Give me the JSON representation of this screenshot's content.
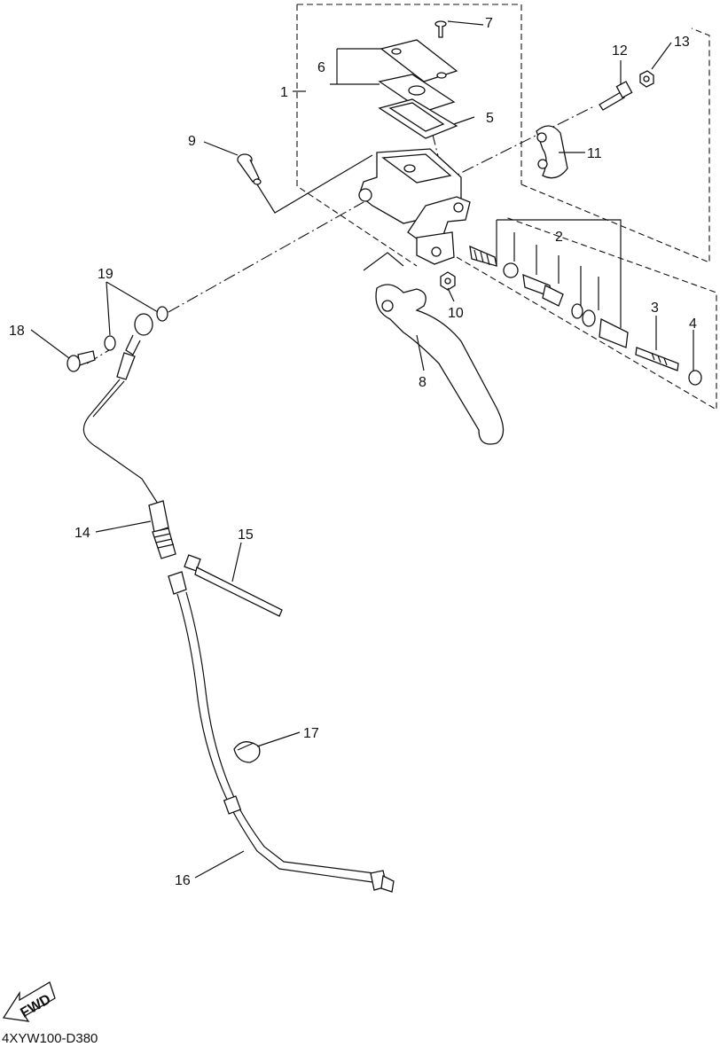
{
  "figure": {
    "drawing_code": "4XYW100-D380",
    "fwd_label": "FWD"
  },
  "callouts": {
    "c1": "1",
    "c2": "2",
    "c3": "3",
    "c4": "4",
    "c5": "5",
    "c6": "6",
    "c7": "7",
    "c8": "8",
    "c9": "9",
    "c10": "10",
    "c11": "11",
    "c12": "12",
    "c13": "13",
    "c14": "14",
    "c15": "15",
    "c16": "16",
    "c17": "17",
    "c18": "18",
    "c19": "19"
  }
}
